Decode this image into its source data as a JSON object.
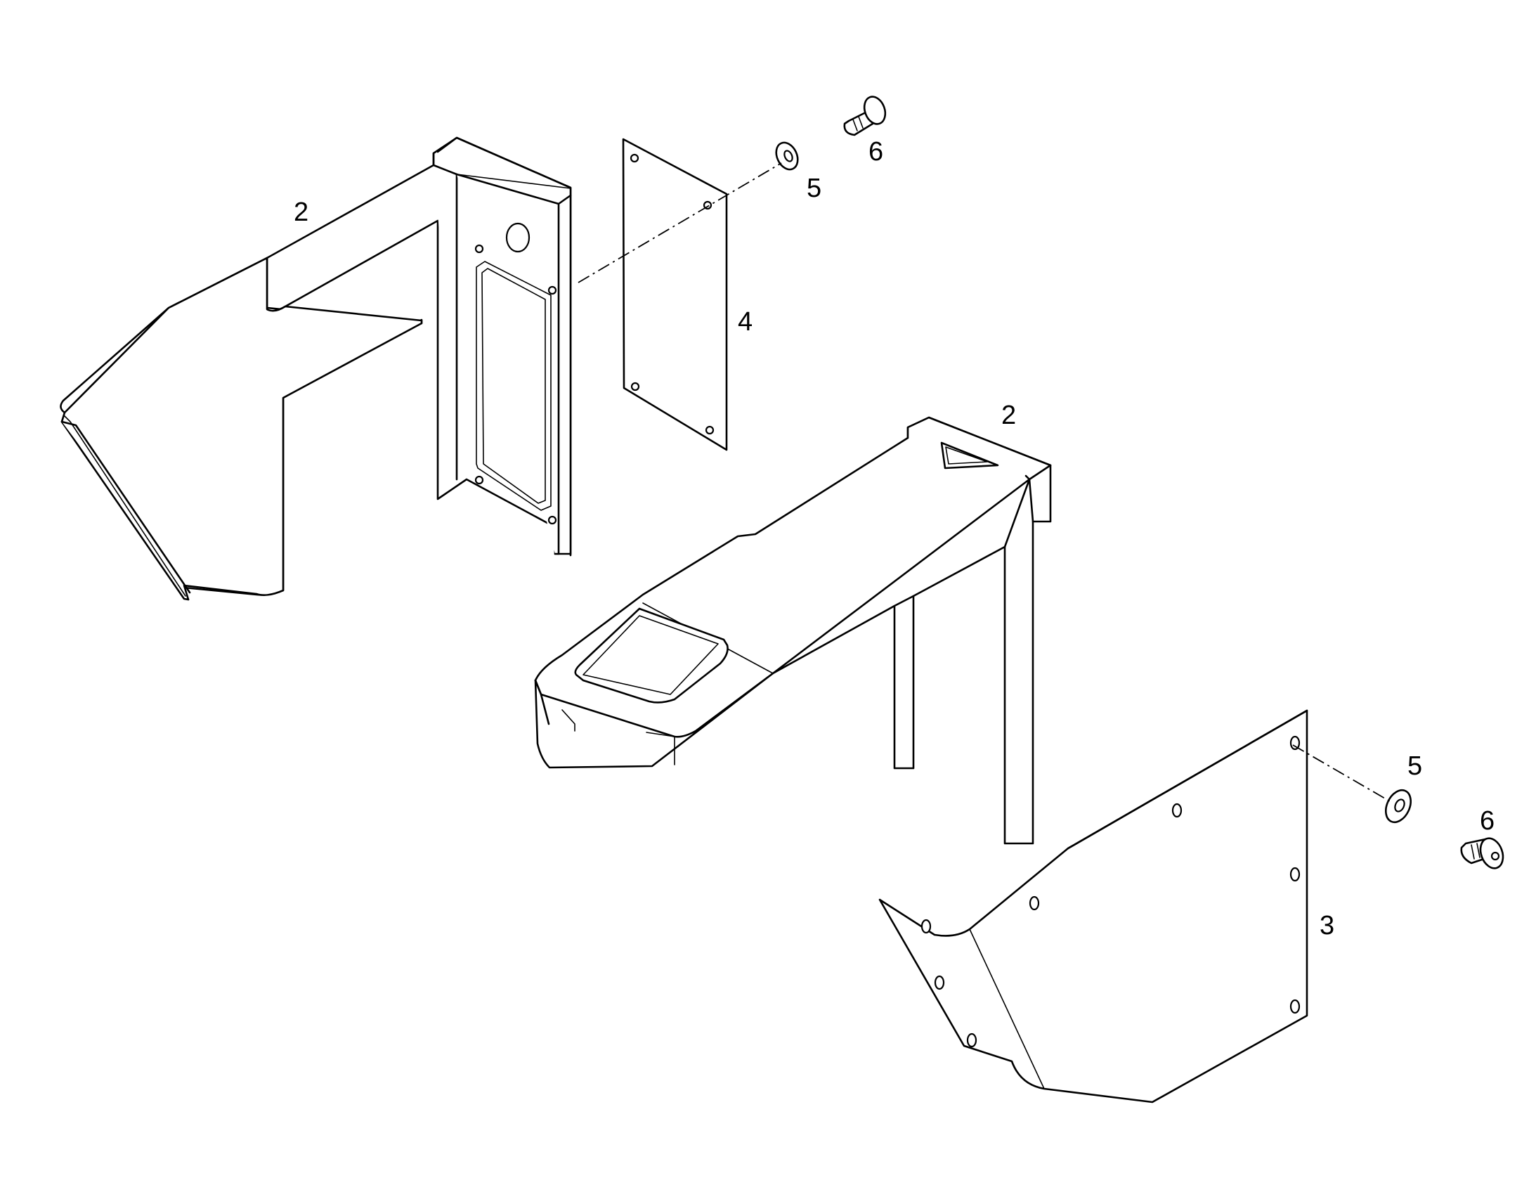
{
  "callouts": [
    {
      "id": "c1",
      "text": "2"
    },
    {
      "id": "c2",
      "text": "2"
    },
    {
      "id": "c3",
      "text": "3"
    },
    {
      "id": "c4",
      "text": "4"
    },
    {
      "id": "c5a",
      "text": "5"
    },
    {
      "id": "c5b",
      "text": "5"
    },
    {
      "id": "c6a",
      "text": "6"
    },
    {
      "id": "c6b",
      "text": "6"
    }
  ]
}
